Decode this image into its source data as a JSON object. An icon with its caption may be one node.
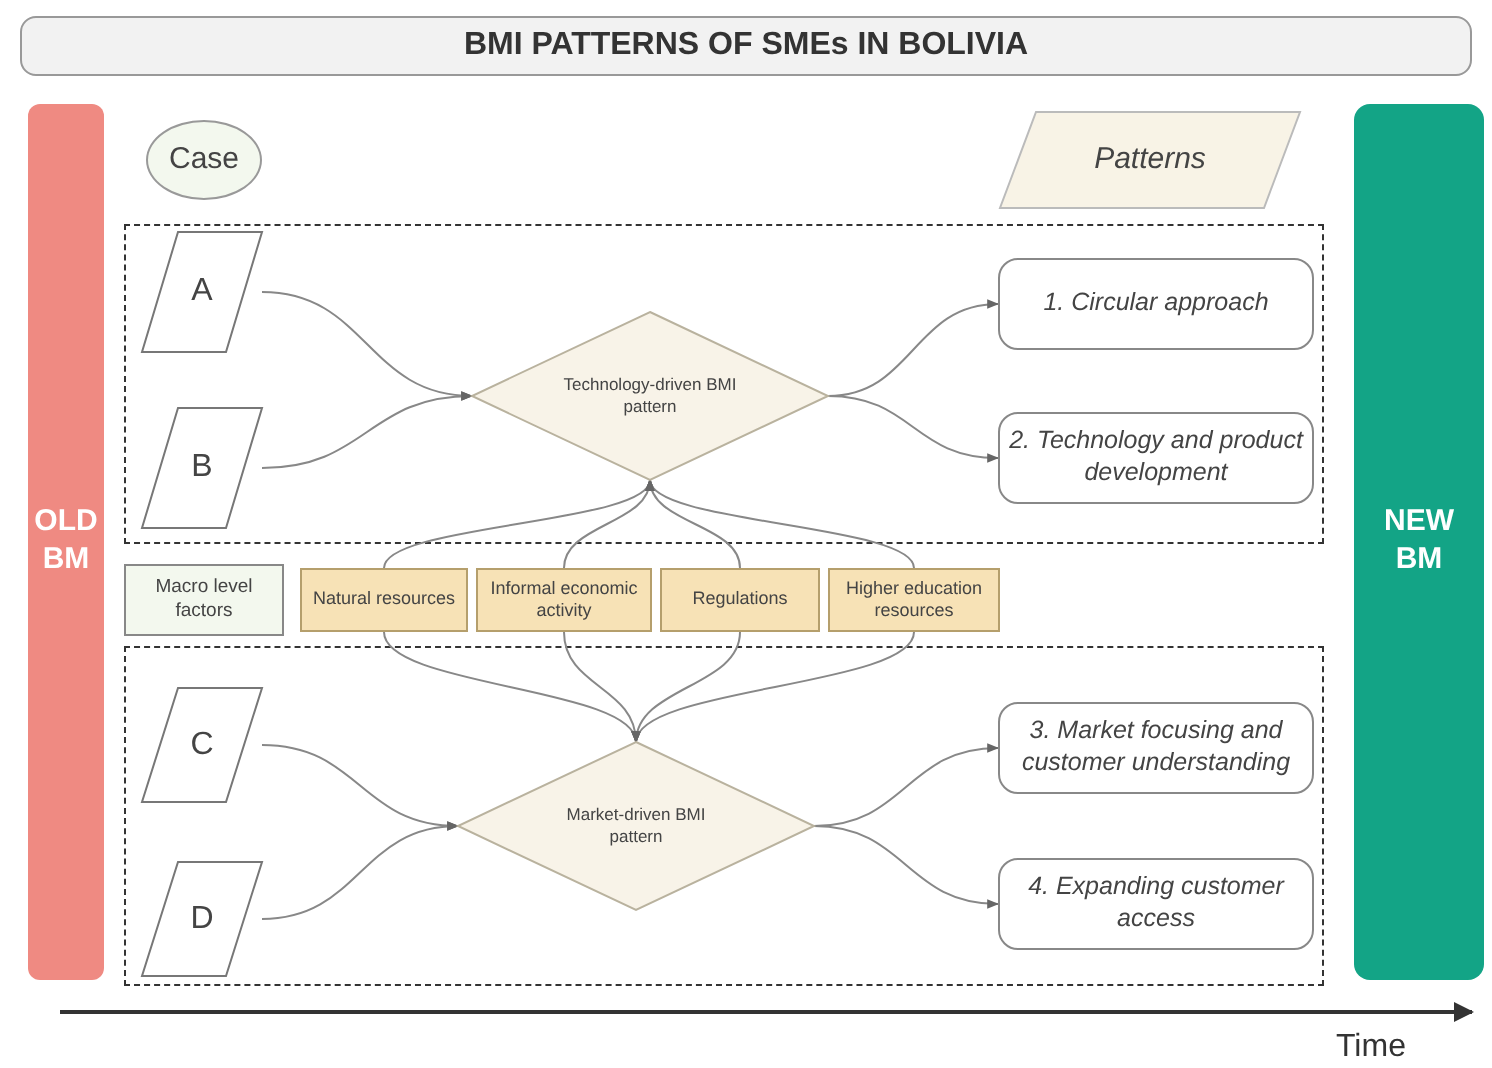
{
  "diagram": {
    "title": "BMI PATTERNS OF SMEs IN BOLIVIA",
    "nodes": [
      {
        "text": [
          "OLD BM"
        ]
      },
      {
        "text": [
          "Case"
        ]
      },
      {
        "text": [
          "Patterns"
        ]
      },
      {
        "text": [],
        "shape": "box"
      },
      {
        "text": [
          "A"
        ],
        "in": 3
      },
      {
        "text": [
          "B"
        ],
        "in": 3
      },
      {
        "text": [
          "Technology-driven BMI pattern"
        ],
        "in": 3
      },
      {
        "text": [
          "1. Circular approach"
        ],
        "in": 3
      },
      {
        "text": [
          "2. Technology and product development"
        ],
        "in": 3
      },
      {
        "text": [
          "Macro level factors"
        ]
      },
      {
        "text": [
          "Natural resources"
        ]
      },
      {
        "text": [
          "Informal economic activity"
        ]
      },
      {
        "text": [
          "Regulations"
        ]
      },
      {
        "text": [
          "Higher education resources"
        ]
      },
      {
        "text": [],
        "shape": "box"
      },
      {
        "text": [
          "C"
        ],
        "in": 14
      },
      {
        "text": [
          "D"
        ],
        "in": 14
      },
      {
        "text": [
          "Market-driven BMI pattern"
        ],
        "in": 14
      },
      {
        "text": [
          "3. Market focusing and customer understanding"
        ],
        "in": 14
      },
      {
        "text": [
          "4. Expanding customer access"
        ],
        "in": 14
      },
      {
        "text": [
          "NEW BM"
        ]
      }
    ],
    "edges": [
      {
        "from": 4,
        "to": 6,
        "arrow": "to"
      },
      {
        "from": 5,
        "to": 6,
        "arrow": "to"
      },
      {
        "from": 6,
        "to": 7,
        "arrow": "to"
      },
      {
        "from": 6,
        "to": 8,
        "arrow": "to"
      },
      {
        "from": 10,
        "to": 6,
        "arrow": "to"
      },
      {
        "from": 11,
        "to": 6,
        "arrow": "to"
      },
      {
        "from": 12,
        "to": 6,
        "arrow": "to"
      },
      {
        "from": 13,
        "to": 6,
        "arrow": "to"
      },
      {
        "from": 10,
        "to": 17,
        "arrow": "to"
      },
      {
        "from": 11,
        "to": 17,
        "arrow": "to"
      },
      {
        "from": 12,
        "to": 17,
        "arrow": "to"
      },
      {
        "from": 13,
        "to": 17,
        "arrow": "to"
      },
      {
        "from": 15,
        "to": 17,
        "arrow": "to"
      },
      {
        "from": 16,
        "to": 17,
        "arrow": "to"
      },
      {
        "from": 17,
        "to": 18,
        "arrow": "to"
      },
      {
        "from": 17,
        "to": 19,
        "arrow": "to"
      }
    ],
    "labels": [
      "Time"
    ]
  }
}
